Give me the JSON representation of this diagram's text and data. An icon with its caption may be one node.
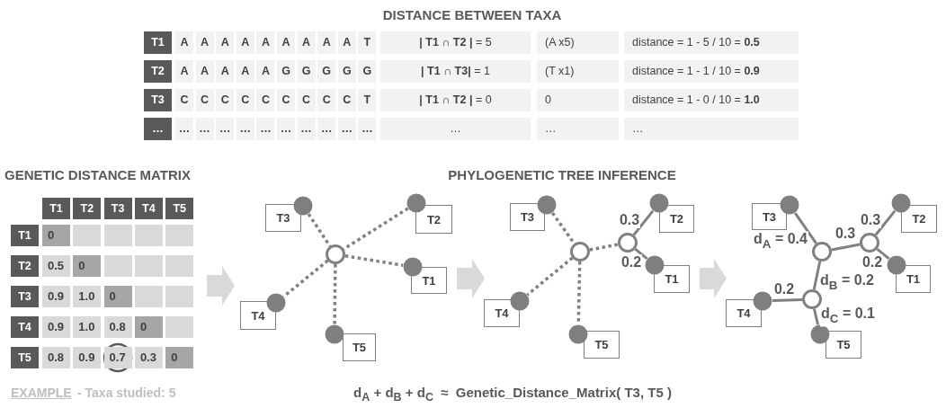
{
  "diagram": {
    "nodes": [
      {
        "text": [],
        "shape": "circle"
      },
      {
        "text": [
          "T3"
        ]
      },
      {
        "text": [],
        "shape": "circle"
      },
      {
        "text": [
          "T2"
        ]
      },
      {
        "text": [],
        "shape": "circle"
      },
      {
        "text": [],
        "shape": "circle"
      },
      {
        "text": [
          "T1"
        ]
      },
      {
        "text": [],
        "shape": "circle"
      },
      {
        "text": [
          "T4"
        ]
      },
      {
        "text": [],
        "shape": "circle"
      },
      {
        "text": [
          "T5"
        ]
      },
      {
        "text": [],
        "shape": "circle"
      },
      {
        "text": [
          "T3"
        ]
      },
      {
        "text": [],
        "shape": "circle"
      },
      {
        "text": [
          "T2"
        ]
      },
      {
        "text": [],
        "shape": "circle"
      },
      {
        "text": [],
        "shape": "circle"
      },
      {
        "text": [],
        "shape": "circle"
      },
      {
        "text": [
          "T1"
        ]
      },
      {
        "text": [],
        "shape": "circle"
      },
      {
        "text": [
          "T4"
        ]
      },
      {
        "text": [],
        "shape": "circle"
      },
      {
        "text": [
          "T5"
        ]
      },
      {
        "text": [],
        "shape": "circle"
      },
      {
        "text": [
          "T3"
        ]
      },
      {
        "text": [],
        "shape": "circle"
      },
      {
        "text": [
          "T2"
        ]
      },
      {
        "text": [],
        "shape": "circle"
      },
      {
        "text": [],
        "shape": "circle"
      },
      {
        "text": [],
        "shape": "circle"
      },
      {
        "text": [
          "T1"
        ]
      },
      {
        "text": [],
        "shape": "circle"
      },
      {
        "text": [],
        "shape": "circle"
      },
      {
        "text": [
          "T4"
        ]
      },
      {
        "text": [],
        "shape": "circle"
      },
      {
        "text": [
          "T5"
        ]
      }
    ],
    "edges": [
      {
        "from": 0,
        "to": 4,
        "arrow": "none",
        "style": "dashed"
      },
      {
        "from": 2,
        "to": 4,
        "arrow": "none",
        "style": "dashed"
      },
      {
        "from": 4,
        "to": 5,
        "arrow": "none",
        "style": "dashed"
      },
      {
        "from": 4,
        "to": 7,
        "arrow": "none",
        "style": "dashed"
      },
      {
        "from": 4,
        "to": 9,
        "arrow": "none",
        "style": "dashed"
      },
      {
        "from": 11,
        "to": 15,
        "arrow": "none",
        "style": "dashed"
      },
      {
        "from": 13,
        "to": 16,
        "arrow": "none",
        "label": "0.3"
      },
      {
        "from": 15,
        "to": 16,
        "arrow": "none",
        "style": "dashed"
      },
      {
        "from": 16,
        "to": 17,
        "arrow": "none",
        "label": "0.2"
      },
      {
        "from": 15,
        "to": 19,
        "arrow": "none",
        "style": "dashed"
      },
      {
        "from": 15,
        "to": 21,
        "arrow": "none",
        "style": "dashed"
      },
      {
        "from": 23,
        "to": 27,
        "arrow": "none",
        "label": "d$_{A}$ = 0.4"
      },
      {
        "from": 25,
        "to": 28,
        "arrow": "none",
        "label": "0.3"
      },
      {
        "from": 27,
        "to": 28,
        "arrow": "none",
        "label": "0.3"
      },
      {
        "from": 28,
        "to": 29,
        "arrow": "none",
        "label": "0.2"
      },
      {
        "from": 27,
        "to": 31,
        "arrow": "none",
        "label": "d$_{B}$ = 0.2"
      },
      {
        "from": 31,
        "to": 32,
        "arrow": "none",
        "label": "0.2"
      },
      {
        "from": 31,
        "to": 34,
        "arrow": "none",
        "label": "d$_{C}$ = 0.1"
      },
      {
        "from": 6,
        "to": 20,
        "arrow": "to",
        "style": "thick",
        "color": "#d9d9d9"
      },
      {
        "from": 18,
        "to": 33,
        "arrow": "to",
        "style": "thick",
        "color": "#d9d9d9"
      }
    ],
    "labels": [
      "DISTANCE BETWEEN TAXA",
      "T1",
      "A",
      "A",
      "A",
      "A",
      "A",
      "A",
      "A",
      "A",
      "A",
      "T",
      "**| T1 ∩ T2 |** = 5",
      "(A x5)",
      "distance = 1 - 5 / 10 = **0.5**",
      "T2",
      "A",
      "A",
      "A",
      "A",
      "A",
      "G",
      "G",
      "G",
      "G",
      "G",
      "**| T1 ∩ T3|** = 1",
      "(T x1)",
      "distance = 1 - 1 / 10 = **0.9**",
      "T3",
      "C",
      "C",
      "C",
      "C",
      "C",
      "C",
      "C",
      "C",
      "C",
      "T",
      "**| T1 ∩ T2 |** = 0",
      "0",
      "distance = 1 - 0 / 10 = **1.0**",
      "…",
      "…",
      "…",
      "…",
      "…",
      "…",
      "…",
      "…",
      "…",
      "…",
      "…",
      "…",
      "…",
      "…",
      "GENETIC DISTANCE MATRIX",
      "PHYLOGENETIC TREE INFERENCE",
      "T1",
      "T2",
      "T3",
      "T4",
      "T5",
      "T1",
      "0",
      "T2",
      "0.5",
      "0",
      "T3",
      "0.9",
      "1.0",
      "0",
      "T4",
      "0.9",
      "1.0",
      "0.8",
      "0",
      "T5",
      "0.8",
      "0.9",
      "0.7",
      "0.3",
      "0",
      "EXAMPLE",
      "- Taxa studied: 5",
      "d$_{A}$ + d$_{B}$ + d$_{C}$  ≈  Genetic_Distance_Matrix( T3, T5 )"
    ]
  }
}
